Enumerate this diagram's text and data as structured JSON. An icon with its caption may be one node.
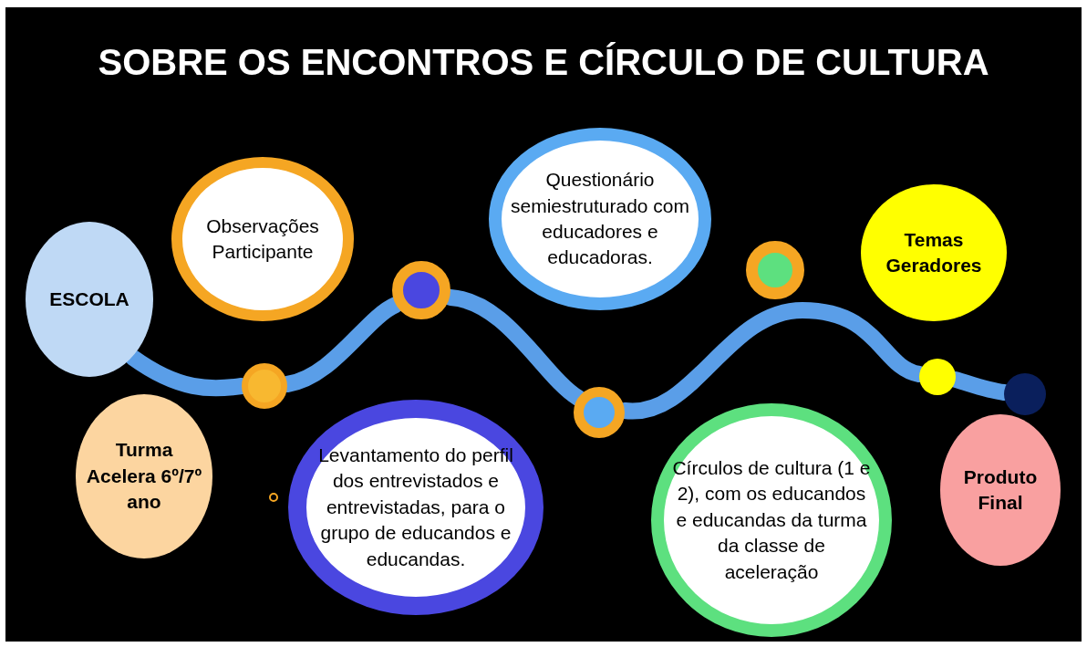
{
  "diagram": {
    "title": "SOBRE OS ENCONTROS E CÍRCULO DE CULTURA",
    "nodes": [
      {
        "text": [
          "ESCOLA"
        ]
      },
      {
        "text": [
          "Observações Participante"
        ]
      },
      {
        "text": [
          "Turma Acelera 6º/7º ano"
        ]
      },
      {
        "text": [
          "Levantamento do perfil dos entrevistados e entrevistadas, para o grupo de educandos e educandas."
        ]
      },
      {
        "text": [
          "Questionário semiestruturado com educadores e educadoras."
        ]
      },
      {
        "text": [
          "Círculos de cultura (1 e 2), com os educandos e educandas da turma da classe de aceleração"
        ]
      },
      {
        "text": [
          "Temas Geradores"
        ]
      },
      {
        "text": [
          "Produto Final"
        ]
      },
      {
        "text": [],
        "shape": "circle"
      },
      {
        "text": [],
        "shape": "circle"
      },
      {
        "text": [],
        "shape": "circle"
      },
      {
        "text": [],
        "shape": "circle"
      },
      {
        "text": [],
        "shape": "circle"
      },
      {
        "text": [],
        "shape": "circle"
      },
      {
        "text": [],
        "shape": "circle"
      }
    ],
    "edges": [
      {
        "from": 0,
        "to": 8,
        "arrow": "none"
      },
      {
        "from": 8,
        "to": 9,
        "arrow": "none"
      },
      {
        "from": 9,
        "to": 10,
        "arrow": "none"
      },
      {
        "from": 10,
        "to": 12,
        "arrow": "none"
      },
      {
        "from": 12,
        "to": 13,
        "arrow": "none"
      }
    ]
  }
}
